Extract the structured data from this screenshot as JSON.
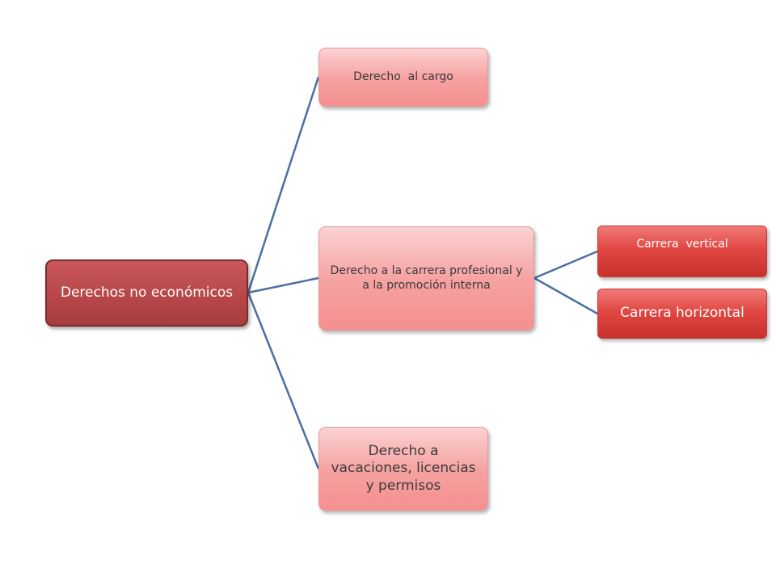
{
  "diagram": {
    "root": {
      "label": "Derechos no económicos"
    },
    "level1": [
      {
        "label": "Derecho  al cargo"
      },
      {
        "label": "Derecho  a la carrera profesional  y a la promoción interna"
      },
      {
        "label": "Derecho a vacaciones, licencias y permisos"
      }
    ],
    "level2": [
      {
        "label": "Carrera  vertical"
      },
      {
        "label": "Carrera horizontal"
      }
    ],
    "colors": {
      "connector": "#4a6fa5",
      "root_fill": "#b8474a",
      "level1_fill": "#f6a3a3",
      "level2_fill": "#e14843"
    }
  }
}
